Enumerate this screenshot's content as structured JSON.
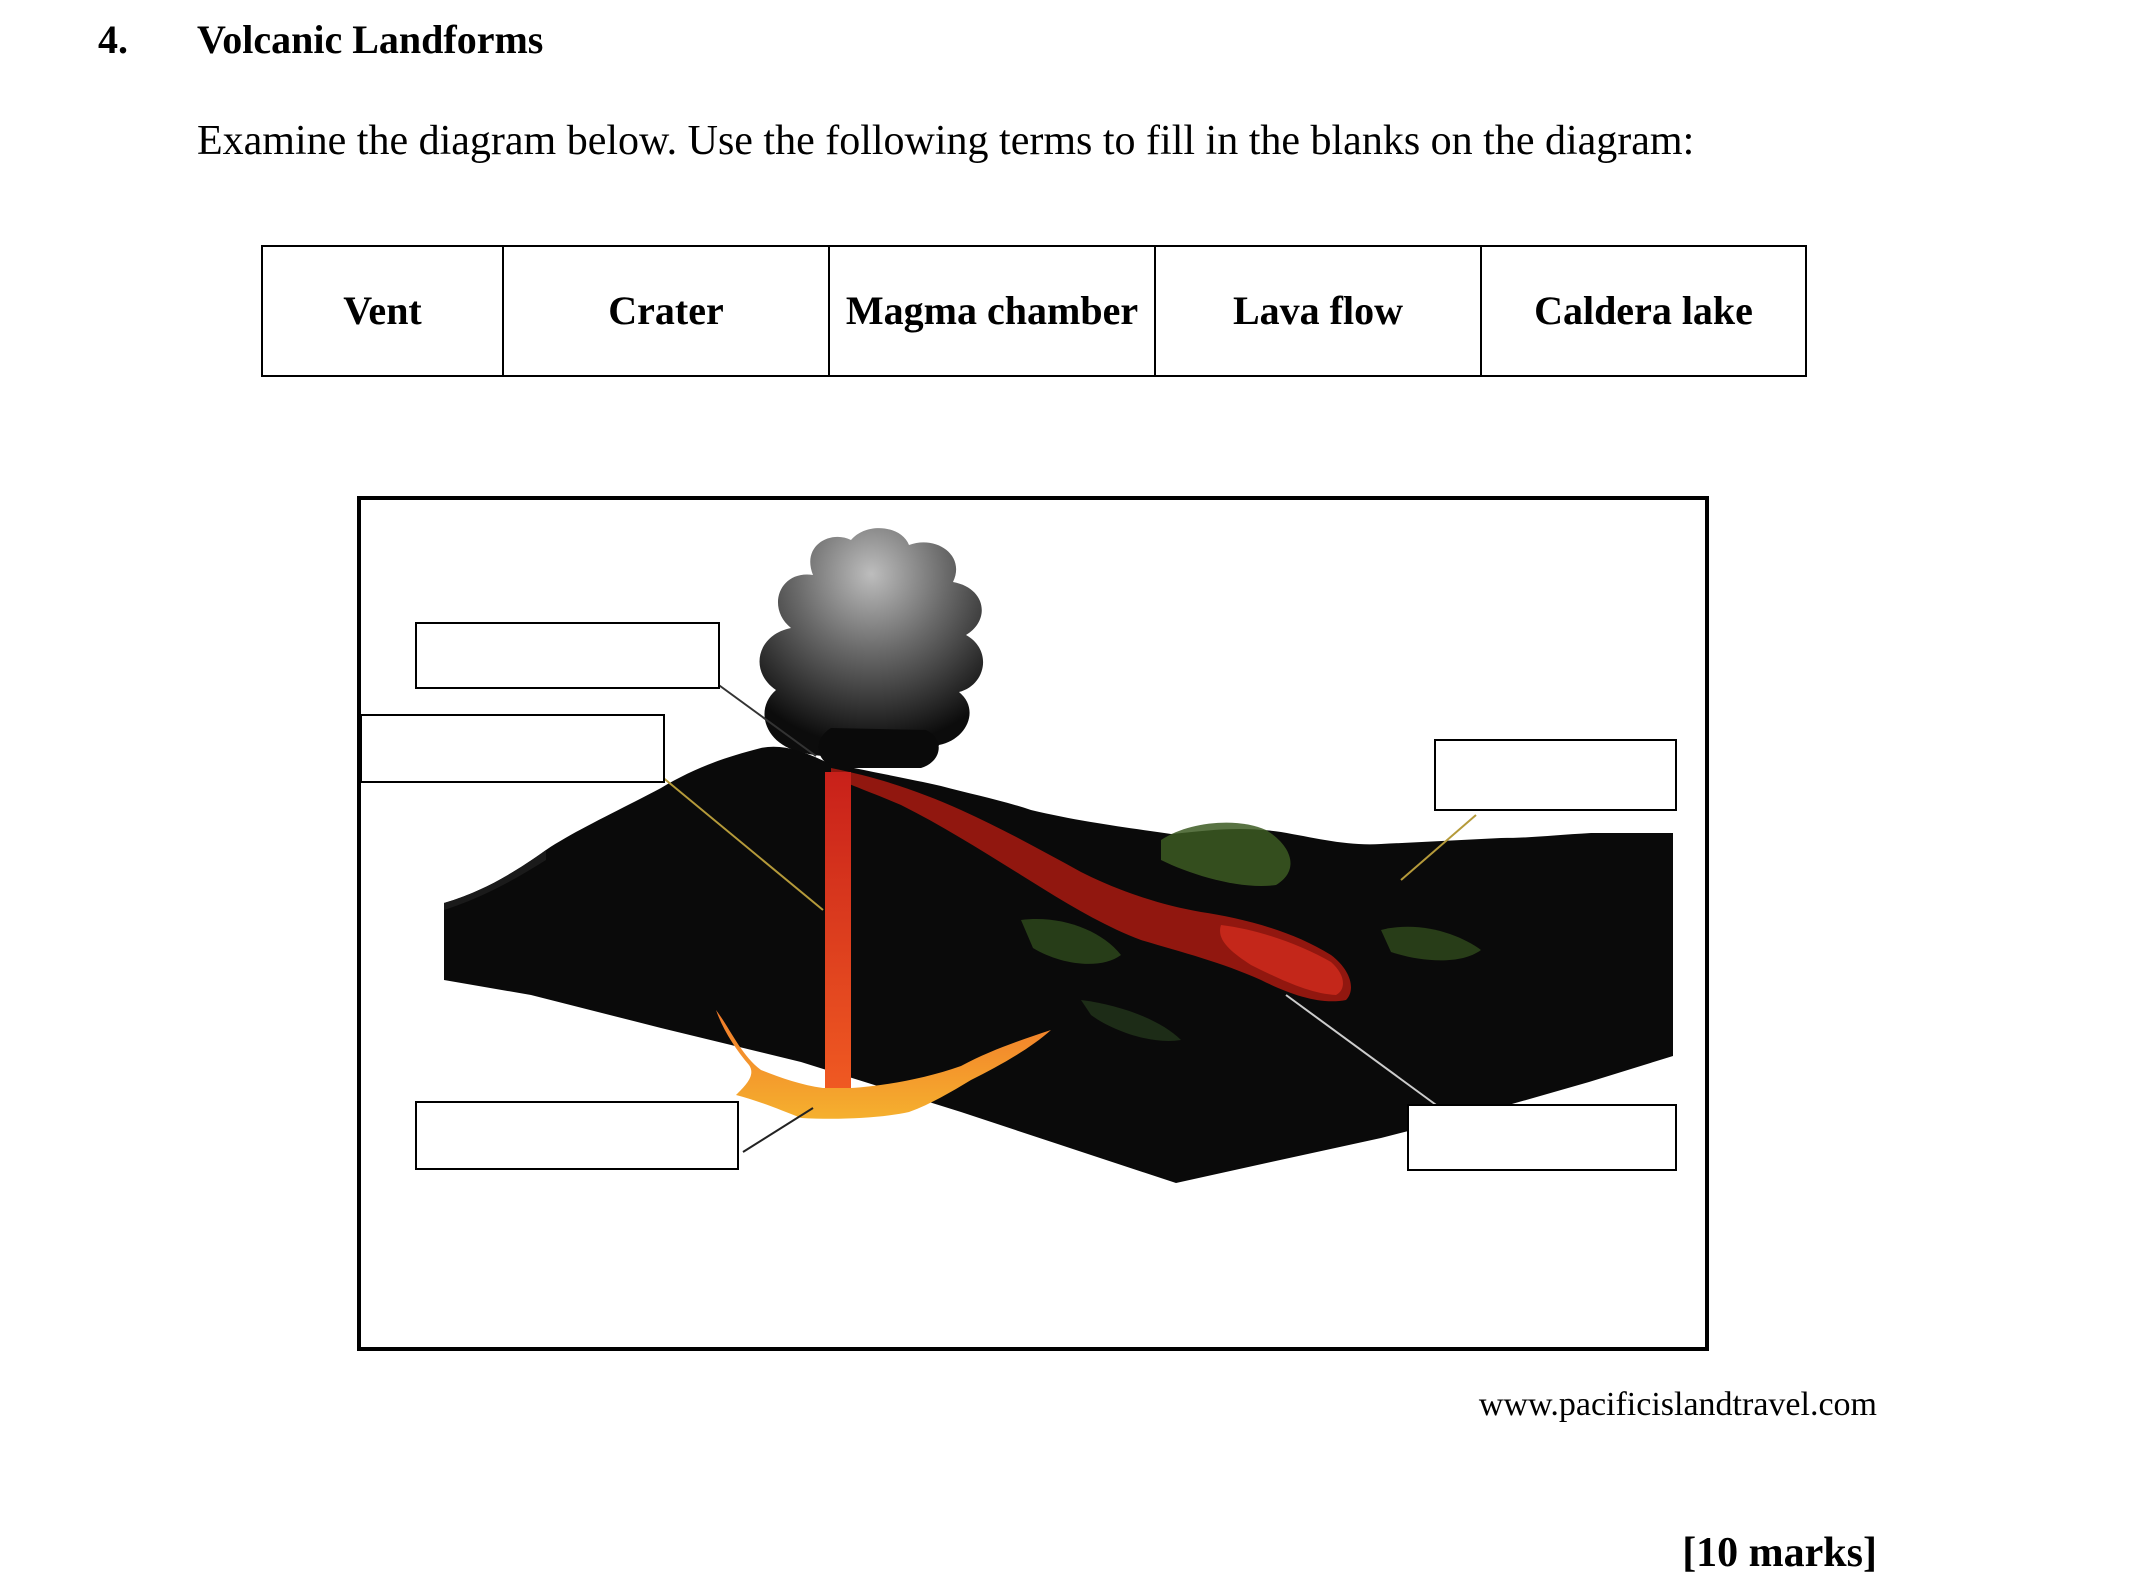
{
  "question": {
    "number": "4.",
    "title": "Volcanic Landforms",
    "instruction": "Examine the diagram below. Use the following terms to fill in the blanks on the diagram:"
  },
  "terms": [
    "Vent",
    "Crater",
    "Magma chamber",
    "Lava flow",
    "Caldera lake"
  ],
  "diagram": {
    "blank_labels": [
      "",
      "",
      "",
      "",
      ""
    ],
    "colors": {
      "ground": "#0a0a0a",
      "lava": "#e8341c",
      "magma": "#f06a1e",
      "vegetation": "#3c5a22",
      "smoke": "#2a2a2a"
    }
  },
  "source": "www.pacificislandtravel.com",
  "marks": "[10 marks]"
}
